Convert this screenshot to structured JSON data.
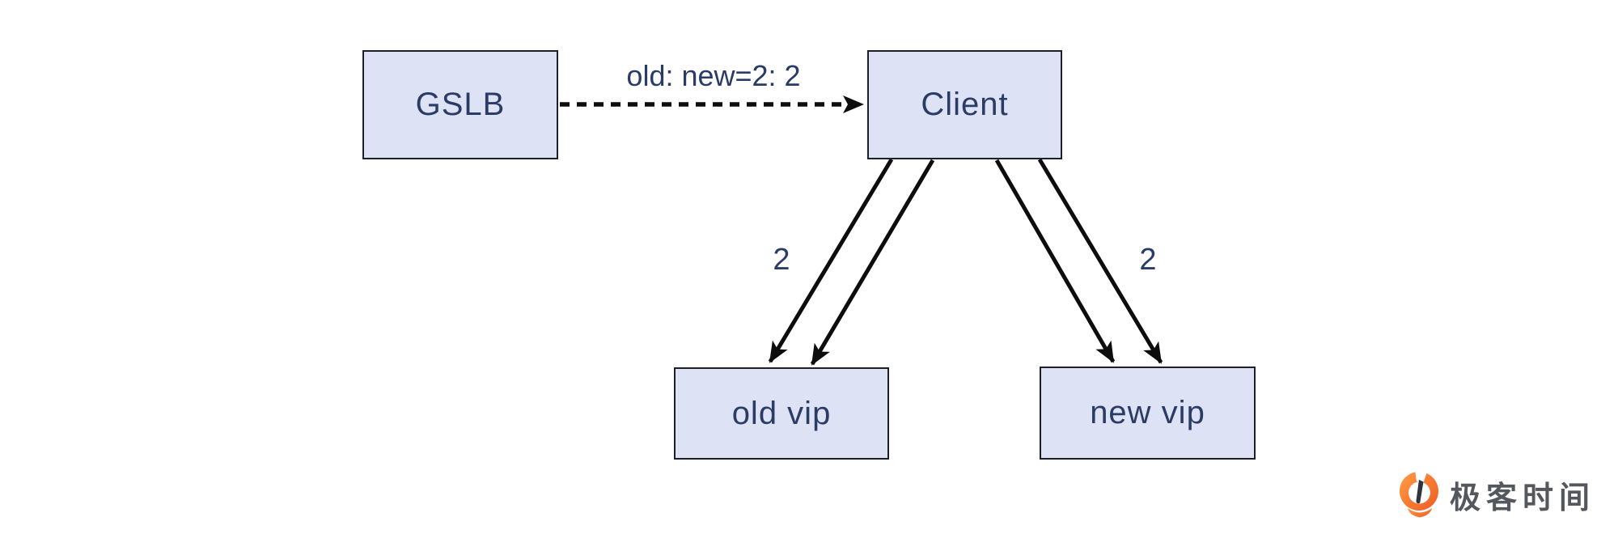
{
  "diagram": {
    "nodes": {
      "gslb": {
        "label": "GSLB"
      },
      "client": {
        "label": "Client"
      },
      "old_vip": {
        "label": "old vip"
      },
      "new_vip": {
        "label": "new vip"
      }
    },
    "edges": {
      "gslb_to_client": {
        "label": "old: new=2: 2",
        "style": "dashed"
      },
      "client_to_old_vip": {
        "weight": "2",
        "arrow_count": 2
      },
      "client_to_new_vip": {
        "weight": "2",
        "arrow_count": 2
      }
    },
    "colors": {
      "node_fill": "#dde3f5",
      "node_border": "#1c2028",
      "node_text": "#2a3c66",
      "arrow": "#0d0d0d"
    }
  },
  "branding": {
    "logo_text": "极客时间",
    "logo_text_color": "#54575c",
    "logo_orange_light": "#ff9e45",
    "logo_orange_dark": "#ef5a23"
  }
}
